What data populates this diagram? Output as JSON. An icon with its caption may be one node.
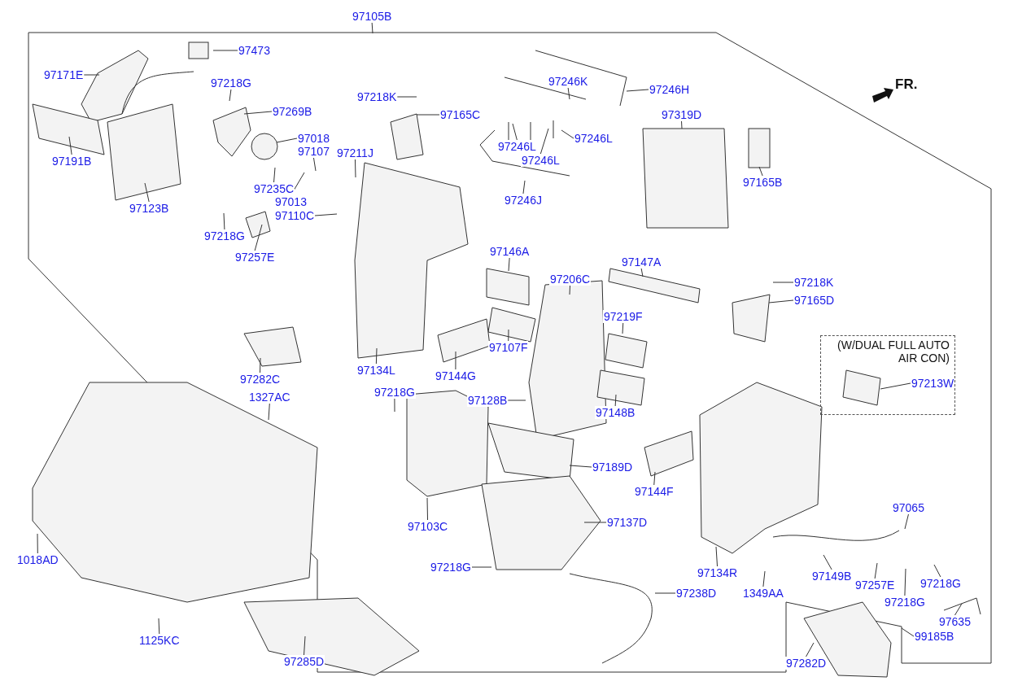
{
  "diagram": {
    "nodes": [
      {
        "text": [
          "97105B"
        ]
      },
      {
        "text": [
          "97171E"
        ]
      },
      {
        "text": [
          "97473"
        ]
      },
      {
        "text": [
          "97218G"
        ]
      },
      {
        "text": [
          "97269B"
        ]
      },
      {
        "text": [
          "97018"
        ]
      },
      {
        "text": [
          "97107"
        ]
      },
      {
        "text": [
          "97191B"
        ]
      },
      {
        "text": [
          "97123B"
        ]
      },
      {
        "text": [
          "97211J"
        ]
      },
      {
        "text": [
          "97235C"
        ]
      },
      {
        "text": [
          "97013"
        ]
      },
      {
        "text": [
          "97110C"
        ]
      },
      {
        "text": [
          "97218G"
        ]
      },
      {
        "text": [
          "97257E"
        ]
      },
      {
        "text": [
          "97218K"
        ]
      },
      {
        "text": [
          "97165C"
        ]
      },
      {
        "text": [
          "97246K"
        ]
      },
      {
        "text": [
          "97246H"
        ]
      },
      {
        "text": [
          "97246L"
        ]
      },
      {
        "text": [
          "97246L"
        ]
      },
      {
        "text": [
          "97246L"
        ]
      },
      {
        "text": [
          "97246J"
        ]
      },
      {
        "text": [
          "97319D"
        ]
      },
      {
        "text": [
          "97165B"
        ]
      },
      {
        "text": [
          "97146A"
        ]
      },
      {
        "text": [
          "97206C"
        ]
      },
      {
        "text": [
          "97147A"
        ]
      },
      {
        "text": [
          "97218K"
        ]
      },
      {
        "text": [
          "97165D"
        ]
      },
      {
        "text": [
          "97219F"
        ]
      },
      {
        "text": [
          "97107F"
        ]
      },
      {
        "text": [
          "97134L"
        ]
      },
      {
        "text": [
          "97144G"
        ]
      },
      {
        "text": [
          "97282C"
        ]
      },
      {
        "text": [
          "1327AC"
        ]
      },
      {
        "text": [
          "97218G"
        ]
      },
      {
        "text": [
          "97128B"
        ]
      },
      {
        "text": [
          "97148B"
        ]
      },
      {
        "text": [
          "(W/DUAL FULL AUTO AIR CON)"
        ]
      },
      {
        "text": [
          "97213W"
        ],
        "in": 39
      },
      {
        "text": [
          "97189D"
        ]
      },
      {
        "text": [
          "97144F"
        ]
      },
      {
        "text": [
          "97103C"
        ]
      },
      {
        "text": [
          "97137D"
        ]
      },
      {
        "text": [
          "97065"
        ]
      },
      {
        "text": [
          "1018AD"
        ]
      },
      {
        "text": [
          "97218G"
        ]
      },
      {
        "text": [
          "97134R"
        ]
      },
      {
        "text": [
          "97149B"
        ]
      },
      {
        "text": [
          "97257E"
        ]
      },
      {
        "text": [
          "97218G"
        ]
      },
      {
        "text": [
          "97238D"
        ]
      },
      {
        "text": [
          "1349AA"
        ]
      },
      {
        "text": [
          "97218G"
        ]
      },
      {
        "text": [
          "97635"
        ]
      },
      {
        "text": [
          "1125KC"
        ]
      },
      {
        "text": [
          "99185B"
        ]
      },
      {
        "text": [
          "97285D"
        ]
      },
      {
        "text": [
          "97282D"
        ]
      }
    ],
    "edges": [
      {
        "from": 0,
        "to": null,
        "arrow": "none"
      },
      {
        "from": 1,
        "to": null,
        "arrow": "none"
      },
      {
        "from": 2,
        "to": null,
        "arrow": "none"
      },
      {
        "from": 3,
        "to": null,
        "arrow": "none"
      },
      {
        "from": 4,
        "to": null,
        "arrow": "none"
      },
      {
        "from": 5,
        "to": null,
        "arrow": "none"
      },
      {
        "from": 6,
        "to": null,
        "arrow": "none"
      },
      {
        "from": 7,
        "to": null,
        "arrow": "none"
      },
      {
        "from": 8,
        "to": null,
        "arrow": "none"
      },
      {
        "from": 9,
        "to": null,
        "arrow": "none"
      },
      {
        "from": 10,
        "to": null,
        "arrow": "none"
      },
      {
        "from": 11,
        "to": null,
        "arrow": "none"
      },
      {
        "from": 12,
        "to": null,
        "arrow": "none"
      },
      {
        "from": 13,
        "to": null,
        "arrow": "none"
      },
      {
        "from": 14,
        "to": null,
        "arrow": "none"
      },
      {
        "from": 15,
        "to": null,
        "arrow": "none"
      },
      {
        "from": 16,
        "to": null,
        "arrow": "none"
      },
      {
        "from": 17,
        "to": null,
        "arrow": "none"
      },
      {
        "from": 18,
        "to": null,
        "arrow": "none"
      },
      {
        "from": 19,
        "to": null,
        "arrow": "none"
      },
      {
        "from": 20,
        "to": null,
        "arrow": "none"
      },
      {
        "from": 21,
        "to": null,
        "arrow": "none"
      },
      {
        "from": 22,
        "to": null,
        "arrow": "none"
      },
      {
        "from": 23,
        "to": null,
        "arrow": "none"
      },
      {
        "from": 24,
        "to": null,
        "arrow": "none"
      },
      {
        "from": 25,
        "to": null,
        "arrow": "none"
      },
      {
        "from": 26,
        "to": null,
        "arrow": "none"
      },
      {
        "from": 27,
        "to": null,
        "arrow": "none"
      },
      {
        "from": 28,
        "to": null,
        "arrow": "none"
      },
      {
        "from": 29,
        "to": null,
        "arrow": "none"
      },
      {
        "from": 30,
        "to": null,
        "arrow": "none"
      },
      {
        "from": 31,
        "to": null,
        "arrow": "none"
      },
      {
        "from": 32,
        "to": null,
        "arrow": "none"
      },
      {
        "from": 33,
        "to": null,
        "arrow": "none"
      },
      {
        "from": 34,
        "to": null,
        "arrow": "none"
      },
      {
        "from": 35,
        "to": null,
        "arrow": "none"
      },
      {
        "from": 36,
        "to": null,
        "arrow": "none"
      },
      {
        "from": 37,
        "to": null,
        "arrow": "none"
      },
      {
        "from": 38,
        "to": null,
        "arrow": "none"
      },
      {
        "from": 40,
        "to": null,
        "arrow": "none"
      },
      {
        "from": 41,
        "to": null,
        "arrow": "none"
      },
      {
        "from": 42,
        "to": null,
        "arrow": "none"
      },
      {
        "from": 43,
        "to": null,
        "arrow": "none"
      },
      {
        "from": 44,
        "to": null,
        "arrow": "none"
      },
      {
        "from": 45,
        "to": null,
        "arrow": "none"
      },
      {
        "from": 46,
        "to": null,
        "arrow": "none"
      },
      {
        "from": 47,
        "to": null,
        "arrow": "none"
      },
      {
        "from": 48,
        "to": null,
        "arrow": "none"
      },
      {
        "from": 49,
        "to": null,
        "arrow": "none"
      },
      {
        "from": 50,
        "to": null,
        "arrow": "none"
      },
      {
        "from": 51,
        "to": null,
        "arrow": "none"
      },
      {
        "from": 52,
        "to": null,
        "arrow": "none"
      },
      {
        "from": 53,
        "to": null,
        "arrow": "none"
      },
      {
        "from": 54,
        "to": null,
        "arrow": "none"
      },
      {
        "from": 55,
        "to": null,
        "arrow": "none"
      },
      {
        "from": 56,
        "to": null,
        "arrow": "none"
      },
      {
        "from": 57,
        "to": null,
        "arrow": "none"
      },
      {
        "from": 58,
        "to": null,
        "arrow": "none"
      },
      {
        "from": 59,
        "to": null,
        "arrow": "none"
      }
    ],
    "labels": [
      "FR."
    ]
  }
}
